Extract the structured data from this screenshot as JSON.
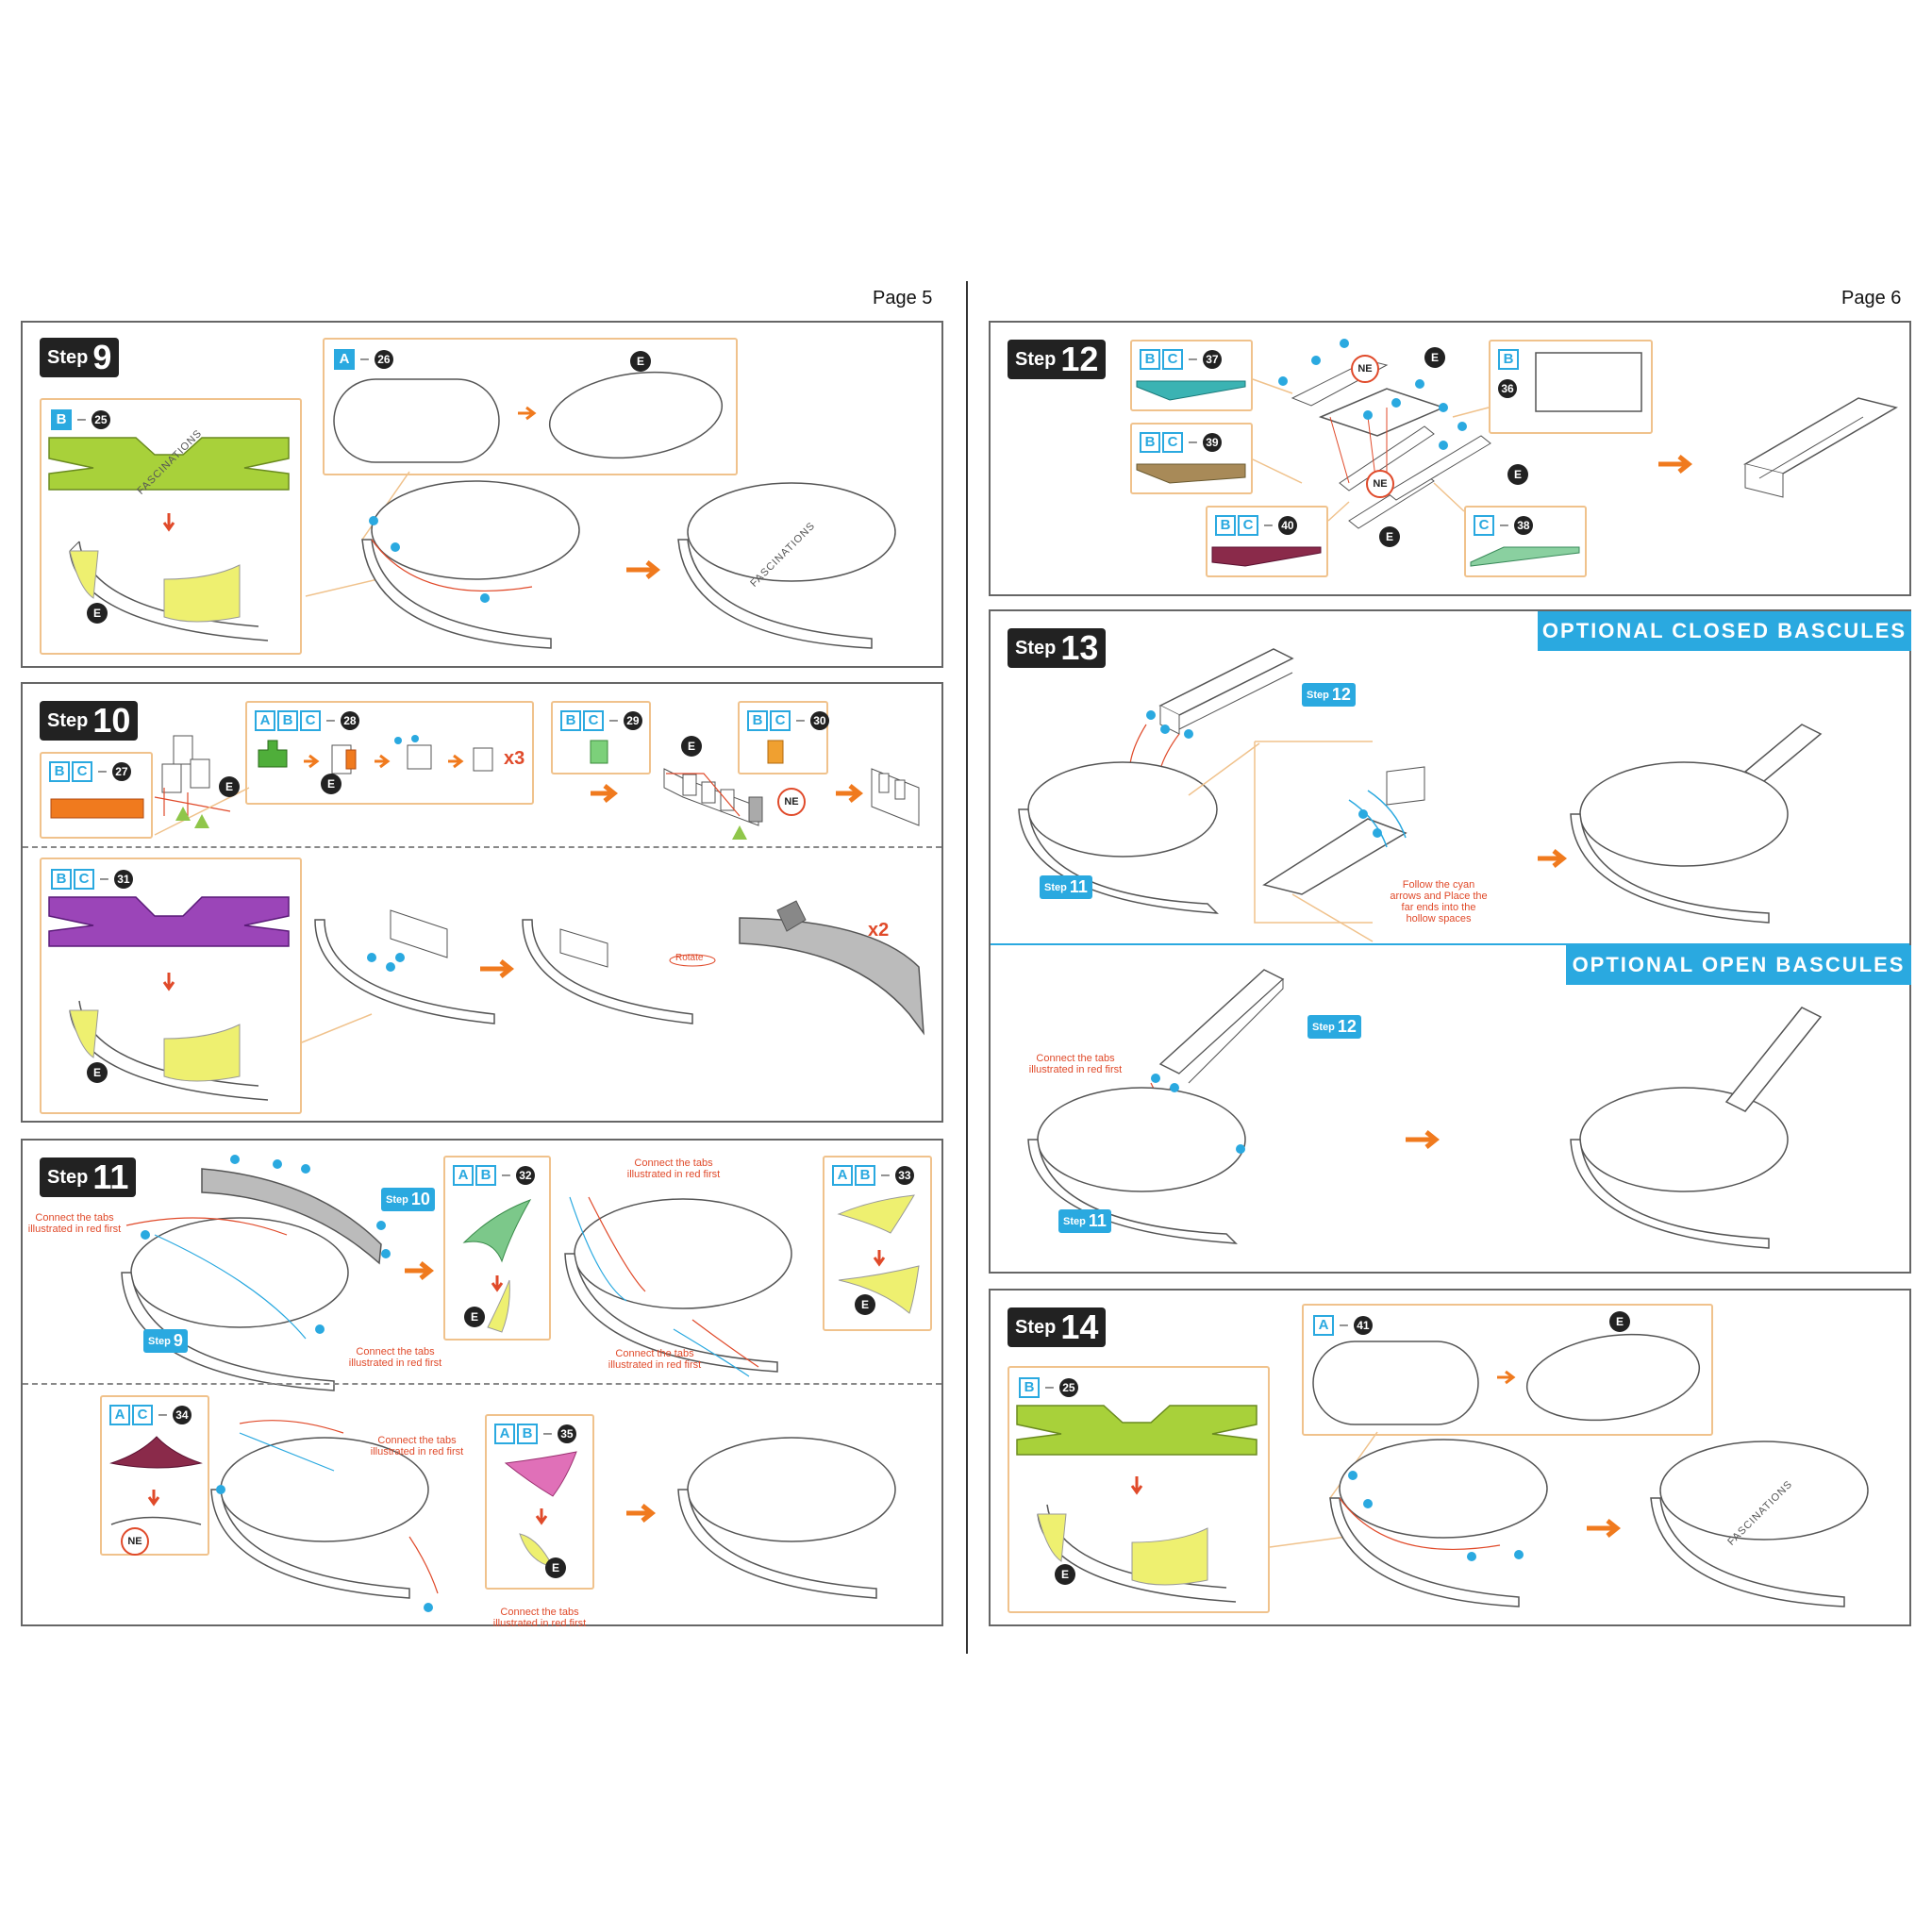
{
  "pages": {
    "left": "Page 5",
    "right": "Page 6"
  },
  "steps": {
    "s9": {
      "word": "Step",
      "num": "9"
    },
    "s10": {
      "word": "Step",
      "num": "10"
    },
    "s11": {
      "word": "Step",
      "num": "11"
    },
    "s12": {
      "word": "Step",
      "num": "12"
    },
    "s13": {
      "word": "Step",
      "num": "13"
    },
    "s14": {
      "word": "Step",
      "num": "14"
    }
  },
  "mini_steps": {
    "m10": {
      "word": "Step",
      "num": "10"
    },
    "m9": {
      "word": "Step",
      "num": "9"
    },
    "m12a": {
      "word": "Step",
      "num": "12"
    },
    "m11a": {
      "word": "Step",
      "num": "11"
    },
    "m12b": {
      "word": "Step",
      "num": "12"
    },
    "m11b": {
      "word": "Step",
      "num": "11"
    }
  },
  "banners": {
    "closed": "OPTIONAL CLOSED BASCULES",
    "open": "OPTIONAL OPEN BASCULES"
  },
  "parts": {
    "p25": {
      "letters": [
        "B"
      ],
      "num": "25"
    },
    "p26": {
      "letters": [
        "A"
      ],
      "num": "26"
    },
    "p27": {
      "letters": [
        "B",
        "C"
      ],
      "num": "27"
    },
    "p28": {
      "letters": [
        "A",
        "B",
        "C"
      ],
      "num": "28"
    },
    "p29": {
      "letters": [
        "B",
        "C"
      ],
      "num": "29"
    },
    "p30": {
      "letters": [
        "B",
        "C"
      ],
      "num": "30"
    },
    "p31": {
      "letters": [
        "B",
        "C"
      ],
      "num": "31"
    },
    "p32": {
      "letters": [
        "A",
        "B"
      ],
      "num": "32"
    },
    "p33": {
      "letters": [
        "A",
        "B"
      ],
      "num": "33"
    },
    "p34": {
      "letters": [
        "A",
        "C"
      ],
      "num": "34"
    },
    "p35": {
      "letters": [
        "A",
        "B"
      ],
      "num": "35"
    },
    "p37": {
      "letters": [
        "B",
        "C"
      ],
      "num": "37"
    },
    "p39": {
      "letters": [
        "B",
        "C"
      ],
      "num": "39"
    },
    "p40": {
      "letters": [
        "B",
        "C"
      ],
      "num": "40"
    },
    "p38": {
      "letters": [
        "C"
      ],
      "num": "38"
    },
    "p36": {
      "letters": [
        "B"
      ],
      "num": "36"
    },
    "p41": {
      "letters": [
        "A"
      ],
      "num": "41"
    },
    "p25b": {
      "letters": [
        "B"
      ],
      "num": "25"
    }
  },
  "markers": {
    "e": "E",
    "ne": "NE"
  },
  "notes": {
    "connect_tabs": "Connect the tabs illustrated in red first",
    "follow_cyan": "Follow the cyan arrows and Place the far ends into the hollow spaces",
    "rotate": "Rotate",
    "x3": "x3",
    "x2": "x2"
  },
  "watermark": "FASCINATIONS",
  "colors": {
    "cyan": "#2aa9e0",
    "orange": "#f07a1e",
    "red": "#e04a2a",
    "lime": "#a8d13a",
    "purple": "#9b45b8",
    "green": "#4fae3a",
    "teal": "#3bb3b3",
    "tan": "#a88a58",
    "maroon": "#8a2a4a",
    "pink": "#e070b8",
    "yellow": "#eef070"
  }
}
